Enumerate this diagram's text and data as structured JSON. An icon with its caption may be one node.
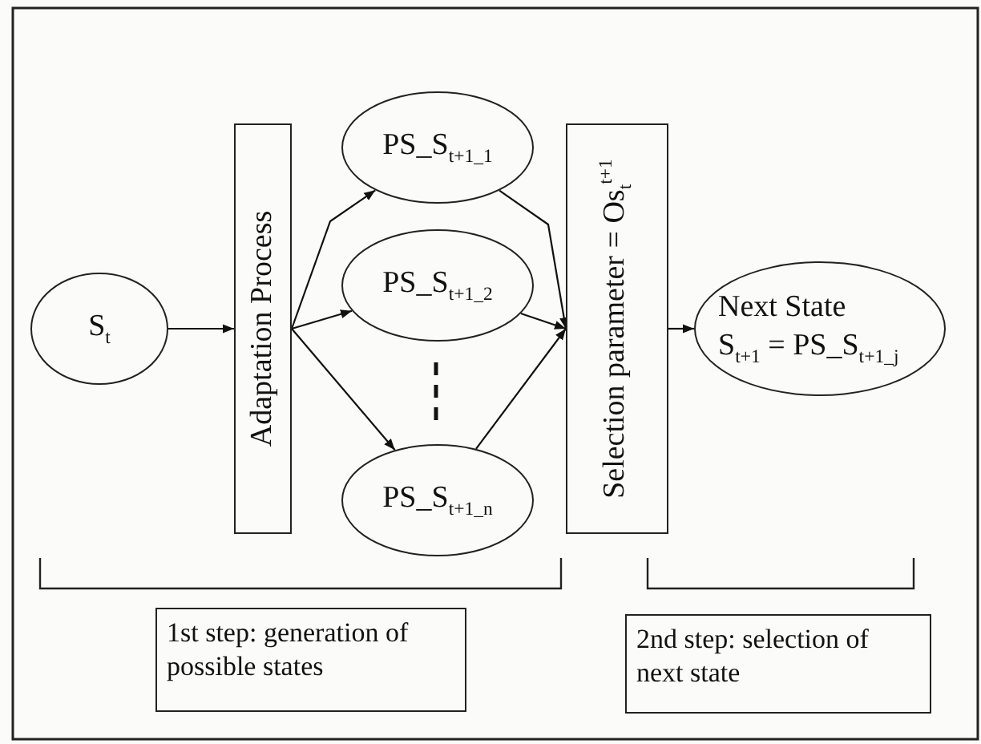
{
  "diagram": {
    "nodes": [
      {
        "text": [
          "S$_{t}$"
        ]
      },
      {
        "text": [
          "Adaptation Process"
        ]
      },
      {
        "text": [
          "PS_S$_{t+1_1}$"
        ]
      },
      {
        "text": [
          "PS_S$_{t+1_2}$"
        ]
      },
      {
        "text": [
          "PS_S$_{t+1_n}$"
        ]
      },
      {
        "text": [
          "Selection parameter = Os$_{t}$$^{t+1}$"
        ]
      },
      {
        "text": [
          "Next State",
          "S$_{t+1}$ = PS_S$_{t+1_j}$"
        ]
      },
      {
        "text": [
          "1st step: generation of possible states"
        ]
      },
      {
        "text": [
          "2nd step: selection of next state"
        ]
      }
    ],
    "edges": [
      {
        "from": 0,
        "to": 1,
        "arrow": "to"
      },
      {
        "from": 1,
        "to": 2,
        "arrow": "to"
      },
      {
        "from": 1,
        "to": 3,
        "arrow": "to"
      },
      {
        "from": 1,
        "to": 4,
        "arrow": "to"
      },
      {
        "from": 2,
        "to": 5,
        "arrow": "to"
      },
      {
        "from": 3,
        "to": 5,
        "arrow": "to"
      },
      {
        "from": 4,
        "to": 5,
        "arrow": "to"
      },
      {
        "from": 5,
        "to": 6,
        "arrow": "to"
      }
    ]
  }
}
